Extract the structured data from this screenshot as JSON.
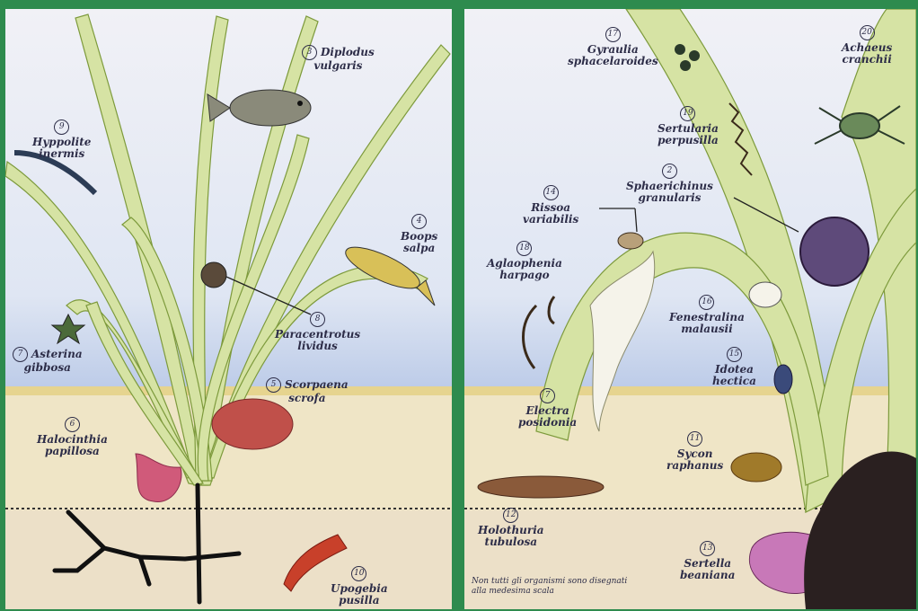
{
  "left_page": {
    "labels": [
      {
        "id": "hyppolite",
        "number": "9",
        "name": [
          "Hyppolite",
          "inermis"
        ]
      },
      {
        "id": "diplodus",
        "number": "3",
        "name": [
          "Diplodus",
          "vulgaris"
        ]
      },
      {
        "id": "boops",
        "number": "4",
        "name": [
          "Boops",
          "salpa"
        ]
      },
      {
        "id": "asterina",
        "number": "7",
        "name": [
          "Asterina",
          "gibbosa"
        ]
      },
      {
        "id": "paracentrotus",
        "number": "8",
        "name": [
          "Paracentrotus",
          "lividus"
        ]
      },
      {
        "id": "scorpaena",
        "number": "5",
        "name": [
          "Scorpaena",
          "scrofa"
        ]
      },
      {
        "id": "halocinthia",
        "number": "6",
        "name": [
          "Halocinthia",
          "papillosa"
        ]
      },
      {
        "id": "upogebia",
        "number": "10",
        "name": [
          "Upogebia",
          "pusilla"
        ]
      }
    ]
  },
  "right_page": {
    "labels": [
      {
        "id": "gyraulia",
        "number": "17",
        "name": [
          "Gyraulia",
          "sphacelaroides"
        ]
      },
      {
        "id": "achaeus",
        "number": "20",
        "name": [
          "Achaeus",
          "cranchii"
        ]
      },
      {
        "id": "sertularia",
        "number": "19",
        "name": [
          "Sertularia",
          "perpusilla"
        ]
      },
      {
        "id": "sphaerichinus",
        "number": "2",
        "name": [
          "Sphaerichinus",
          "granularis"
        ]
      },
      {
        "id": "rissoa",
        "number": "14",
        "name": [
          "Rissoa",
          "variabilis"
        ]
      },
      {
        "id": "aglaophenia",
        "number": "18",
        "name": [
          "Aglaophenia",
          "harpago"
        ]
      },
      {
        "id": "fenestralina",
        "number": "16",
        "name": [
          "Fenestralina",
          "malausii"
        ]
      },
      {
        "id": "idotea",
        "number": "15",
        "name": [
          "Idotea",
          "hectica"
        ]
      },
      {
        "id": "electra",
        "number": "7",
        "name": [
          "Electra",
          "posidonia"
        ]
      },
      {
        "id": "sycon",
        "number": "11",
        "name": [
          "Sycon",
          "raphanus"
        ]
      },
      {
        "id": "holothuria",
        "number": "12",
        "name": [
          "Holothuria",
          "tubulosa"
        ]
      },
      {
        "id": "sertella",
        "number": "13",
        "name": [
          "Sertella",
          "beaniana"
        ]
      }
    ],
    "scale_note": [
      "Non tutti gli organismi sono disegnati",
      "alla medesima scala"
    ]
  },
  "colors": {
    "border": "#2e8b4e",
    "paper": "#f1f1f6",
    "water": "#cdd8ee",
    "sand": "#ede0b8",
    "sediment": "#e9dcc3",
    "leaf_fill": "#d6e3a4",
    "leaf_stroke": "#7d9a3c",
    "text": "#2d2d48"
  }
}
